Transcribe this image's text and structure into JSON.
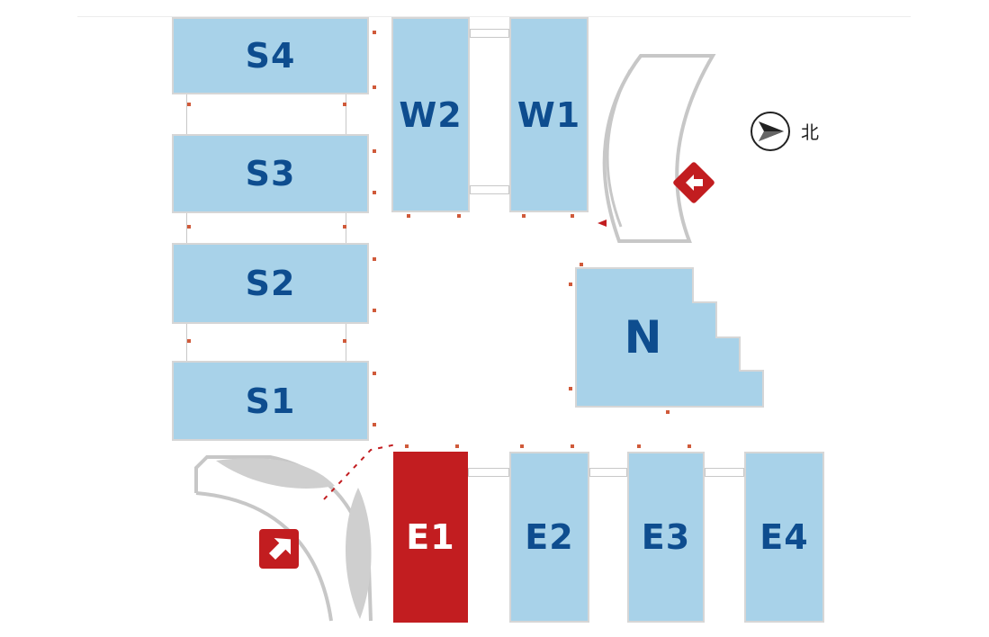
{
  "map": {
    "north_label": "北",
    "halls": {
      "S4": "S4",
      "S3": "S3",
      "S2": "S2",
      "S1": "S1",
      "W2": "W2",
      "W1": "W1",
      "N": "N",
      "E1": "E1",
      "E2": "E2",
      "E3": "E3",
      "E4": "E4"
    },
    "highlighted_hall": "E1",
    "colors": {
      "hall_fill": "#a8d2e9",
      "hall_label": "#0e4d8f",
      "highlight": "#c21d20",
      "outline_gray": "#c7c7c7",
      "entrance_red": "#c21d20"
    }
  }
}
